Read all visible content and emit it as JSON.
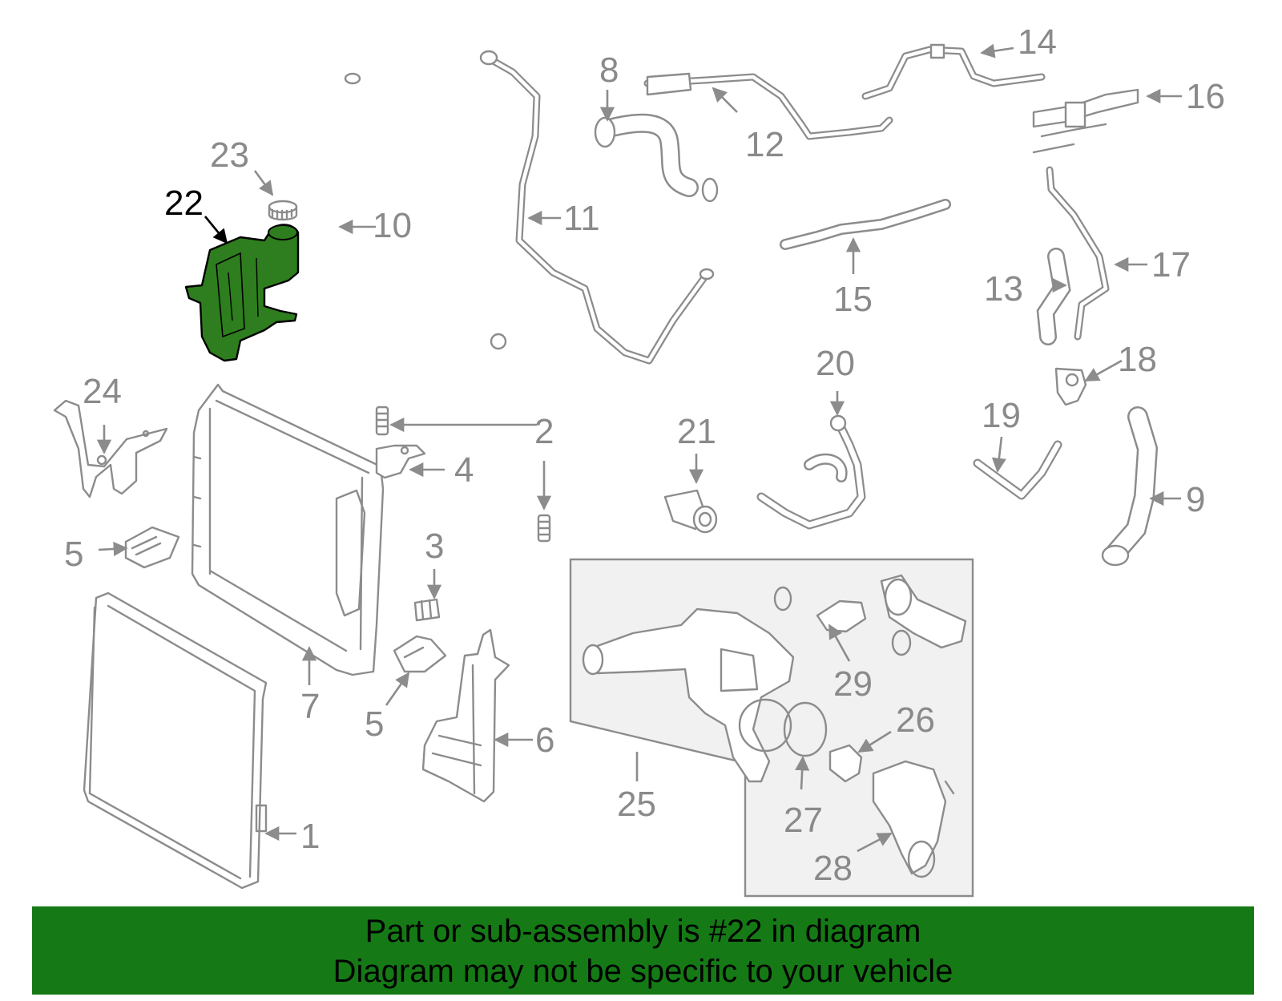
{
  "diagram": {
    "highlight_color": "#2e7d1e",
    "highlighted_part": "22",
    "callouts": [
      "1",
      "2",
      "3",
      "4",
      "5",
      "5",
      "6",
      "7",
      "8",
      "9",
      "10",
      "11",
      "12",
      "13",
      "14",
      "15",
      "16",
      "17",
      "18",
      "19",
      "20",
      "21",
      "22",
      "23",
      "24",
      "25",
      "26",
      "27",
      "28",
      "29"
    ]
  },
  "banner": {
    "line1": "Part or sub-assembly is #22 in diagram",
    "line2": "Diagram may not be specific to your vehicle",
    "background": "#157a15"
  }
}
